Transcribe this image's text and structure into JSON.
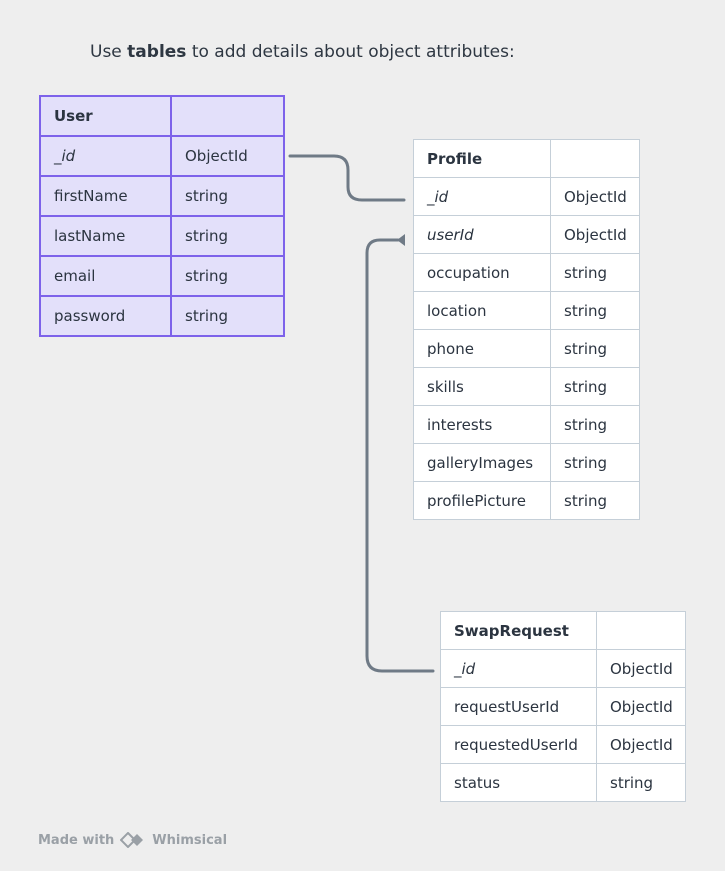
{
  "heading": {
    "prefix": "Use ",
    "bold": "tables",
    "suffix": " to add details about object attributes:"
  },
  "tables": {
    "user": {
      "name": "User",
      "rows": [
        {
          "field": "_id",
          "type": "ObjectId"
        },
        {
          "field": "firstName",
          "type": "string"
        },
        {
          "field": "lastName",
          "type": "string"
        },
        {
          "field": "email",
          "type": "string"
        },
        {
          "field": "password",
          "type": "string"
        }
      ]
    },
    "profile": {
      "name": "Profile",
      "rows": [
        {
          "field": "_id",
          "type": "ObjectId"
        },
        {
          "field": "userId",
          "type": "ObjectId"
        },
        {
          "field": "occupation",
          "type": "string"
        },
        {
          "field": "location",
          "type": "string"
        },
        {
          "field": "phone",
          "type": "string"
        },
        {
          "field": "skills",
          "type": "string"
        },
        {
          "field": "interests",
          "type": "string"
        },
        {
          "field": "galleryImages",
          "type": "string"
        },
        {
          "field": "profilePicture",
          "type": "string"
        }
      ]
    },
    "swapRequest": {
      "name": "SwapRequest",
      "rows": [
        {
          "field": "_id",
          "type": "ObjectId"
        },
        {
          "field": "requestUserId",
          "type": "ObjectId"
        },
        {
          "field": "requestedUserId",
          "type": "ObjectId"
        },
        {
          "field": "status",
          "type": "string"
        }
      ]
    }
  },
  "colors": {
    "user_border": "#7d62ea",
    "user_fill": "#e3e0fa",
    "connector": "#6f7a86",
    "gray_border": "#c5cfd8"
  },
  "footer": {
    "made_with": "Made with",
    "brand": "Whimsical",
    "logo_icon": "whimsical-logo-icon"
  }
}
